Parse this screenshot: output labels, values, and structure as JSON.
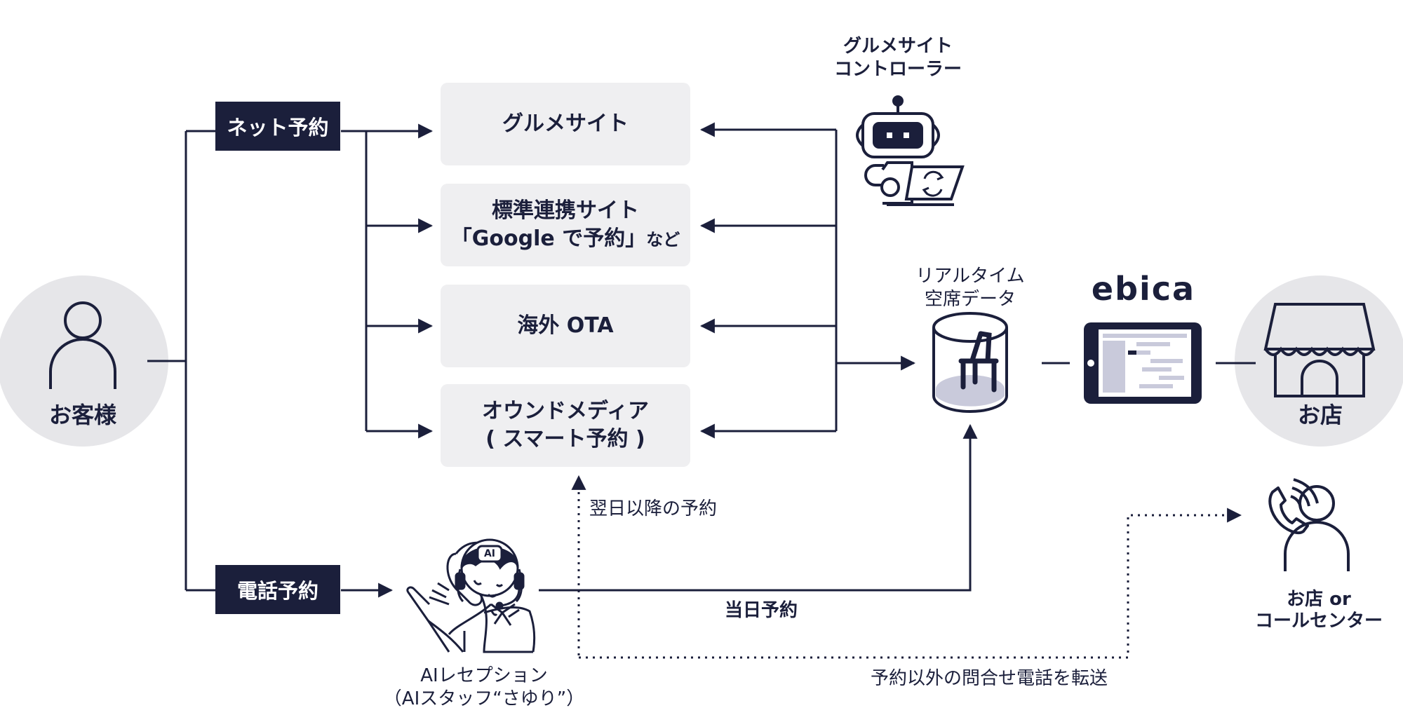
{
  "customer": {
    "label": "お客様"
  },
  "shop": {
    "label": "お店"
  },
  "net_reservation": {
    "label": "ネット予約"
  },
  "phone_reservation": {
    "label": "電話予約"
  },
  "sites": [
    {
      "line1": "グルメサイト",
      "line2": ""
    },
    {
      "line1": "標準連携サイト",
      "line2": "「Google で予約」",
      "line2_small": "など"
    },
    {
      "line1": "海外 OTA",
      "line2": ""
    },
    {
      "line1": "オウンドメディア",
      "line2": "( スマート予約 )"
    }
  ],
  "controller": {
    "line1": "グルメサイト",
    "line2": "コントローラー"
  },
  "realtime": {
    "line1": "リアルタイム",
    "line2": "空席データ"
  },
  "brand": {
    "name": "ebica"
  },
  "ai_reception": {
    "line1": "AIレセプション",
    "line2": "（AIスタッフ“さゆり”）",
    "badge": "AI"
  },
  "flows": {
    "next_day": "翌日以降の予約",
    "same_day": "当日予約",
    "transfer": "予約以外の問合せ電話を転送"
  },
  "call_center": {
    "line1": "お店 or",
    "line2": "コールセンター"
  },
  "colors": {
    "navy": "#1b1f3b",
    "gray_circle": "#e6e6e9",
    "box_bg": "#efeff1",
    "tablet_fill": "#c9cadb"
  }
}
